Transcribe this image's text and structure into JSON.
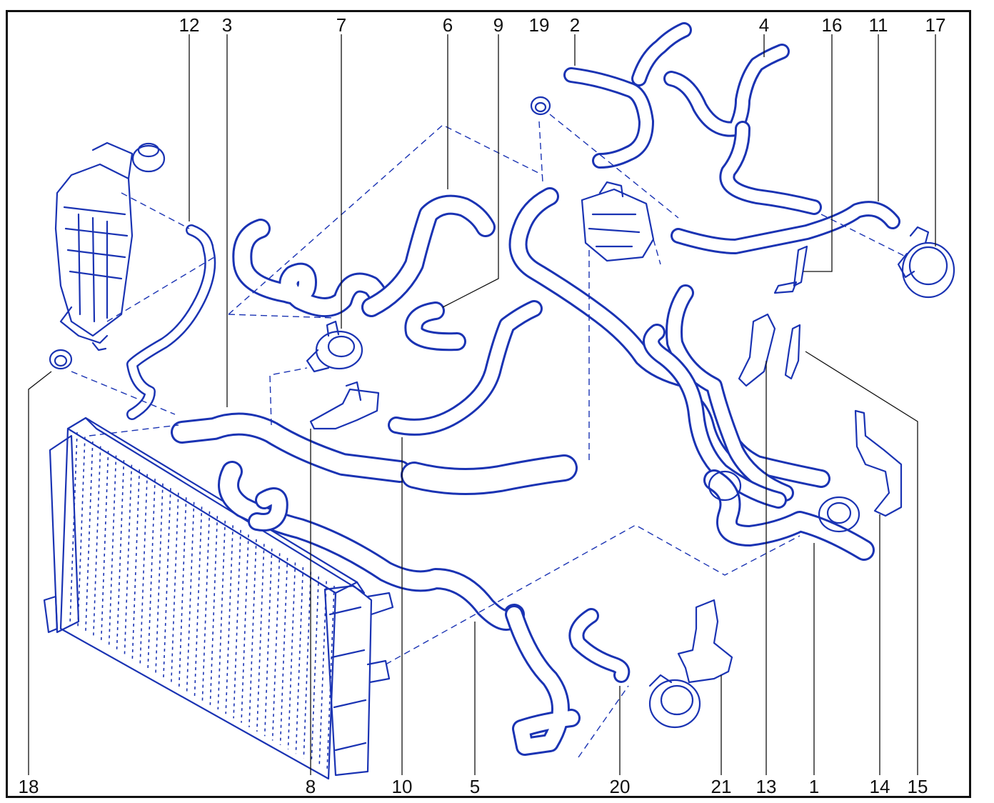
{
  "diagram": {
    "ink_color": "#1a33b3",
    "label_color": "#111111",
    "callouts_top": [
      "12",
      "3",
      "7",
      "6",
      "9",
      "19",
      "2",
      "4",
      "16",
      "11",
      "17"
    ],
    "callouts_bottom": [
      "18",
      "8",
      "10",
      "5",
      "20",
      "21",
      "13",
      "1",
      "14",
      "15"
    ]
  }
}
